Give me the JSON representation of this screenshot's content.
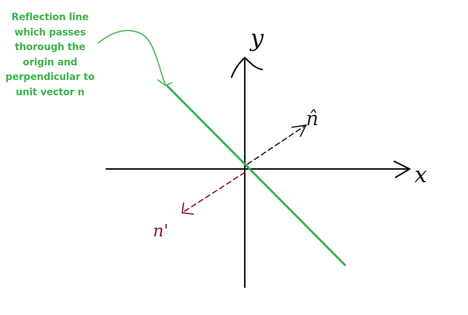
{
  "annotation": {
    "lines": [
      "Reflection line",
      "which passes",
      "thorough the",
      "origin and",
      "perpendicular to",
      "unit vector n"
    ]
  },
  "labels": {
    "y_axis": "y",
    "x_axis": "x",
    "n_hat": "n̂",
    "n_prime": "n'"
  },
  "colors": {
    "annotation_green": "#3bb54a",
    "reflection_line": "#34b249",
    "axes": "#111111",
    "n_vector": "#222222",
    "n_prime_vector": "#8b1a2b"
  },
  "icons": {
    "pointer": "curved-arrow-icon"
  }
}
